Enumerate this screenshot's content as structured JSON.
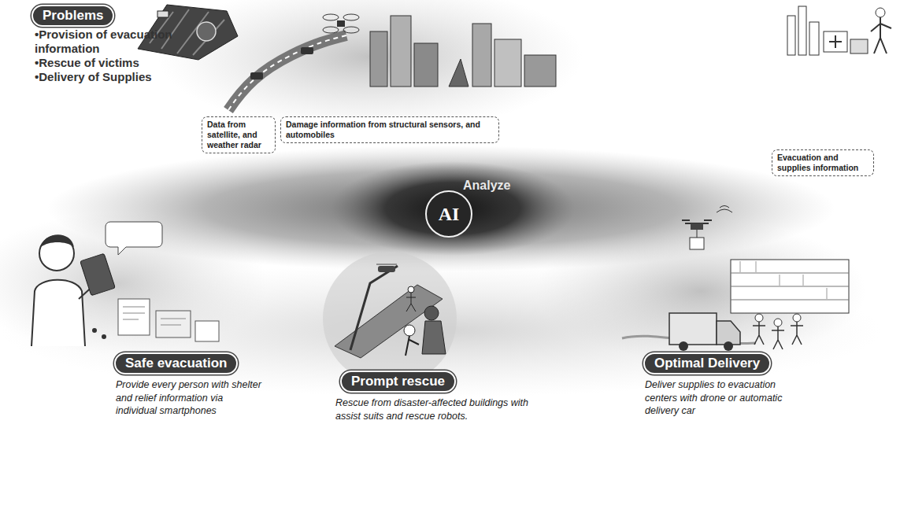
{
  "diagram": {
    "nodes": [
      {
        "text": [
          "Problems"
        ]
      },
      {
        "text": [
          "Data from satellite, and weather radar"
        ]
      },
      {
        "text": [
          "Damage information from structural sensors, and automobiles"
        ]
      },
      {
        "text": [
          "Evacuation and supplies information"
        ]
      },
      {
        "text": [
          "Analyze"
        ]
      },
      {
        "text": [
          "AI"
        ],
        "in": 4
      },
      {
        "text": [
          "Safe evacuation",
          "Provide every person with shelter and relief information via individual smartphones"
        ]
      },
      {
        "text": [
          "Prompt rescue",
          "Rescue from disaster-affected buildings with assist suits and rescue robots."
        ]
      },
      {
        "text": [
          "Optimal Delivery",
          "Deliver supplies to evacuation centers with drone or automatic delivery car"
        ]
      }
    ],
    "labels": [
      "•Provision of evacuation information",
      "•Rescue of victims",
      "•Delivery of Supplies"
    ]
  }
}
